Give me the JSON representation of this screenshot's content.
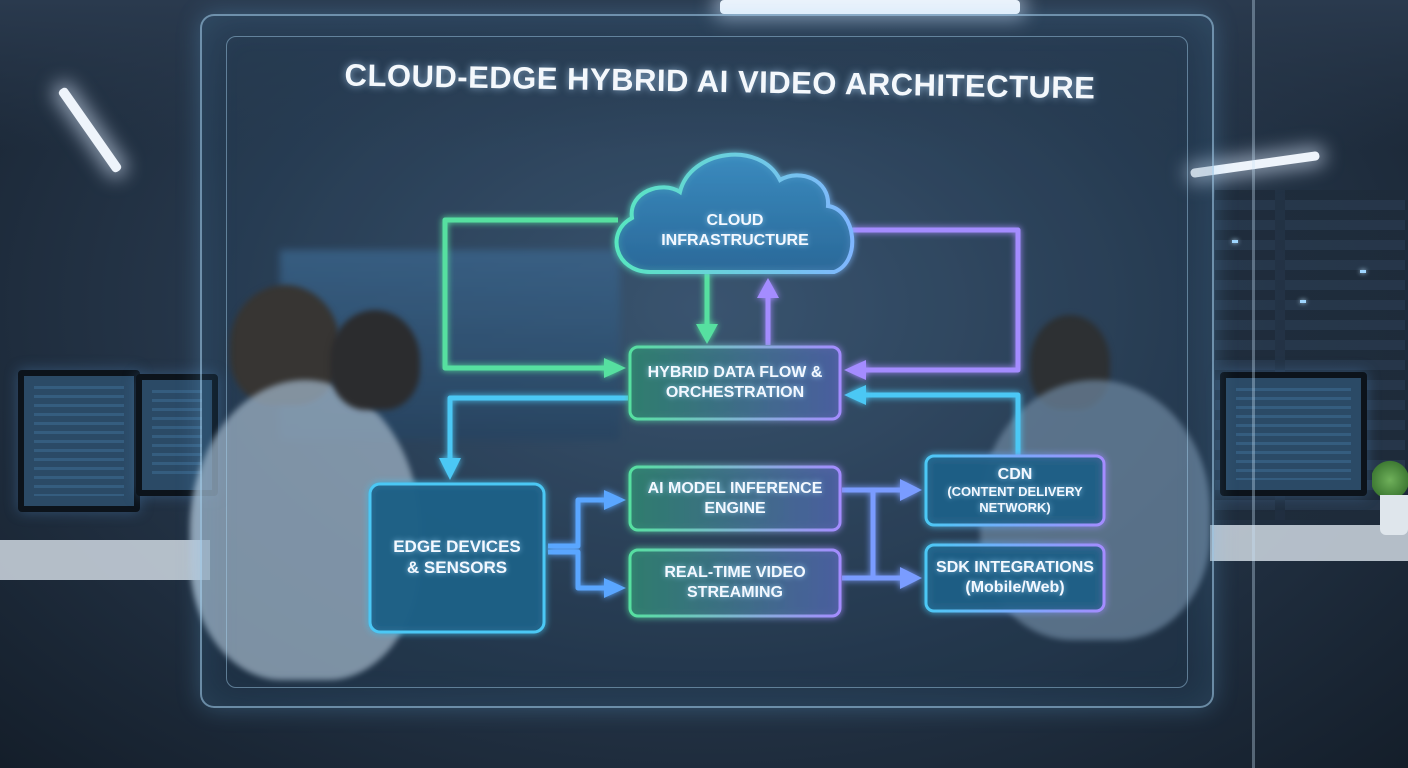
{
  "title": "CLOUD-EDGE HYBRID AI VIDEO ARCHITECTURE",
  "nodes": {
    "cloud": {
      "line1": "CLOUD",
      "line2": "INFRASTRUCTURE"
    },
    "hybrid": {
      "line1": "HYBRID DATA FLOW &",
      "line2": "ORCHESTRATION"
    },
    "edge": {
      "line1": "EDGE DEVICES",
      "line2": "& SENSORS"
    },
    "inference": {
      "line1": "AI MODEL INFERENCE",
      "line2": "ENGINE"
    },
    "streaming": {
      "line1": "REAL-TIME VIDEO",
      "line2": "STREAMING"
    },
    "cdn": {
      "line1": "CDN",
      "line2": "(CONTENT DELIVERY",
      "line3": "NETWORK)"
    },
    "sdk": {
      "line1": "SDK INTEGRATIONS",
      "line2": "(Mobile/Web)"
    }
  },
  "colors": {
    "green": "#56e0a0",
    "cyan": "#4cc8f5",
    "blue": "#5aa6ff",
    "violet": "#a48cff",
    "node_fill": "#1f5f86"
  }
}
